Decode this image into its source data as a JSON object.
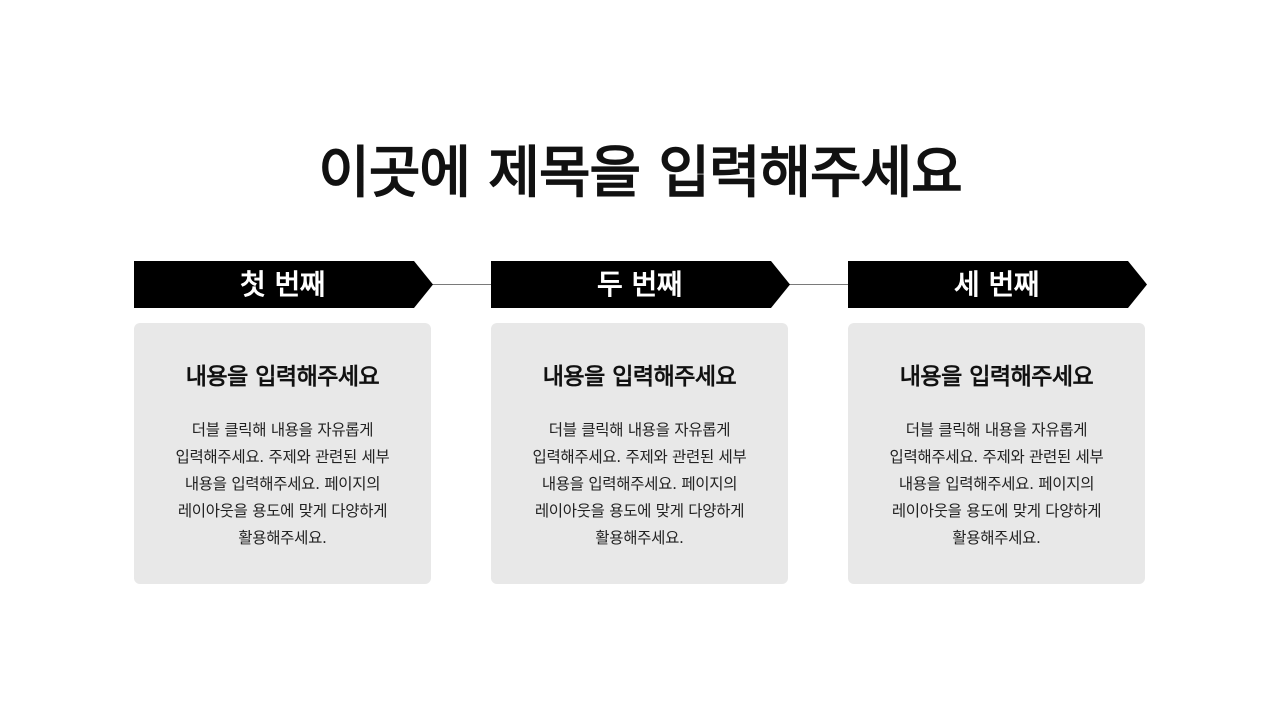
{
  "slide": {
    "title": "이곳에 제목을 입력해주세요"
  },
  "steps": [
    {
      "label": "첫 번째",
      "heading": "내용을 입력해주세요",
      "body": "더블 클릭해 내용을 자유롭게 입력해주세요. 주제와 관련된 세부 내용을 입력해주세요. 페이지의 레이아웃을 용도에 맞게 다양하게 활용해주세요."
    },
    {
      "label": "두 번째",
      "heading": "내용을 입력해주세요",
      "body": "더블 클릭해 내용을 자유롭게 입력해주세요. 주제와 관련된 세부 내용을 입력해주세요. 페이지의 레이아웃을 용도에 맞게 다양하게 활용해주세요."
    },
    {
      "label": "세 번째",
      "heading": "내용을 입력해주세요",
      "body": "더블 클릭해 내용을 자유롭게 입력해주세요. 주제와 관련된 세부 내용을 입력해주세요. 페이지의 레이아웃을 용도에 맞게 다양하게 활용해주세요."
    }
  ],
  "colors": {
    "header_fill": "#000000",
    "card_fill": "#e8e8e8",
    "connector": "#7a7a7a"
  }
}
